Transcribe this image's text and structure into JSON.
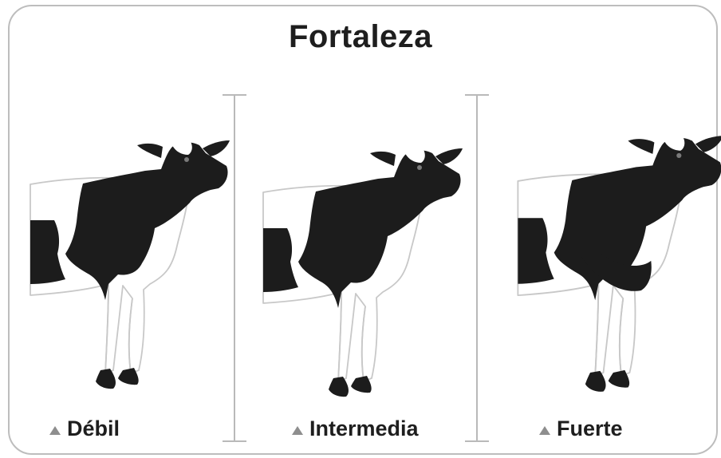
{
  "title": "Fortaleza",
  "categories": [
    {
      "label": "Débil",
      "icon": "triangle-marker-icon"
    },
    {
      "label": "Intermedia",
      "icon": "triangle-marker-icon"
    },
    {
      "label": "Fuerte",
      "icon": "triangle-marker-icon"
    }
  ],
  "colors": {
    "cow_black": "#1c1c1c",
    "outline": "#c8c8c8",
    "divider": "#b9b9b9",
    "marker": "#8e8e8e",
    "text": "#1e1e1e"
  }
}
